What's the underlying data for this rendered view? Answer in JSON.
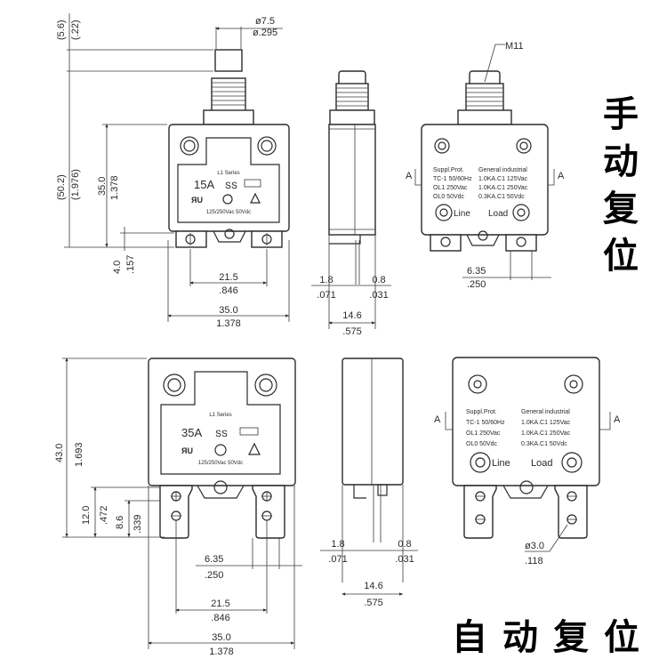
{
  "title_manual": [
    "手",
    "动",
    "复",
    "位"
  ],
  "title_auto": [
    "自",
    "动",
    "复",
    "位"
  ],
  "top_front": {
    "series": "L1 Series",
    "rating": "15A",
    "voltage": "125/250Vac  50Vdc",
    "dims": {
      "button_dia_mm": "ø7.5",
      "button_dia_in": "ø.295",
      "button_travel_mm": "(5.6)",
      "button_travel_in": "(.22)",
      "overall_h_mm": "(50.2)",
      "overall_h_in": "(1.976)",
      "body_h_mm": "35.0",
      "body_h_in": "1.378",
      "tab_h_mm": "4.0",
      "tab_h_in": ".157",
      "pitch_mm": "21.5",
      "pitch_in": ".846",
      "width_mm": "35.0",
      "width_in": "1.378"
    }
  },
  "top_side": {
    "dims": {
      "left_mm": "1.8",
      "left_in": ".071",
      "right_mm": "0.8",
      "right_in": ".031",
      "depth_mm": "14.6",
      "depth_in": ".575"
    }
  },
  "top_back": {
    "thread": "M11",
    "section_left": "A",
    "section_right": "A",
    "col1": [
      "Suppl.Prot.",
      "TC-1 50/60Hz",
      "OL1 250Vac",
      "OL0 50Vdc"
    ],
    "col2": [
      "General industrial",
      "1.0KA.C1 125Vac",
      "1.0KA.C1 250Vac",
      "0.3KA.C1 50Vdc"
    ],
    "line": "Line",
    "load": "Load",
    "dims": {
      "tab_w_mm": "6.35",
      "tab_w_in": ".250"
    }
  },
  "bottom_front": {
    "series": "L1 Series",
    "rating": "35A",
    "voltage": "125/250Vac  50Vdc",
    "dims": {
      "overall_h_mm": "43.0",
      "overall_h_in": "1.693",
      "tab_h_mm": "12.0",
      "tab_h_in": ".472",
      "hole_h_mm": "8.6",
      "hole_h_in": ".339",
      "tab_w_mm": "6.35",
      "tab_w_in": ".250",
      "pitch_mm": "21.5",
      "pitch_in": ".846",
      "width_mm": "35.0",
      "width_in": "1.378"
    }
  },
  "bottom_side": {
    "dims": {
      "left_mm": "1.8",
      "left_in": ".071",
      "right_mm": "0.8",
      "right_in": ".031",
      "depth_mm": "14.6",
      "depth_in": ".575"
    }
  },
  "bottom_back": {
    "section_left": "A",
    "section_right": "A",
    "col1": [
      "Suppl.Prot.",
      "TC-1 50/60Hz",
      "OL1 250Vac",
      "OL0 50Vdc"
    ],
    "col2": [
      "General industrial",
      "1.0KA.C1 125Vac",
      "1.0KA.C1 250Vac",
      "0.3KA.C1 50Vdc"
    ],
    "line": "Line",
    "load": "Load",
    "dims": {
      "hole_mm": "ø3.0",
      "hole_in": ".118"
    }
  }
}
